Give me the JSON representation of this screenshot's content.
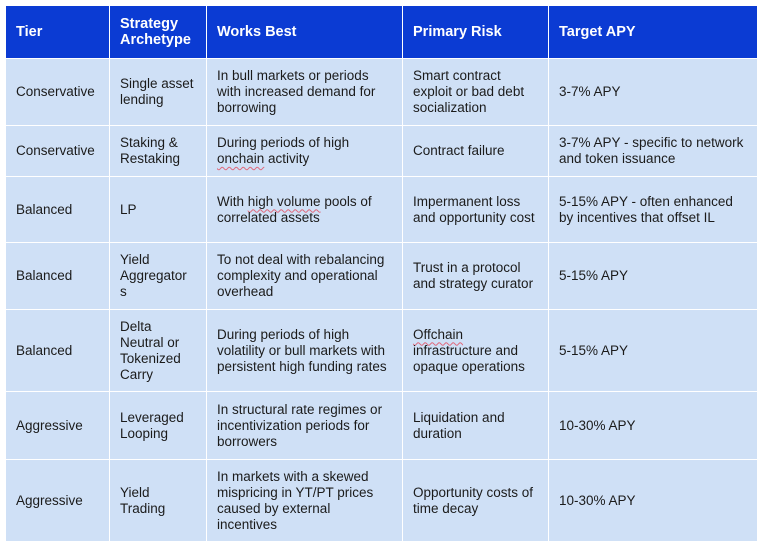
{
  "headers": [
    "Tier",
    "Strategy Archetype",
    "Works Best",
    "Primary Risk",
    "Target APY"
  ],
  "rows": [
    {
      "tier": "Conservative",
      "archetype": "Single asset lending",
      "works_best": "In bull markets or periods with increased demand for borrowing",
      "risk": "Smart contract exploit or bad debt socialization",
      "apy": "3-7% APY"
    },
    {
      "tier": "Conservative",
      "archetype": "Staking & Restaking",
      "works_best_pre": "During periods of high ",
      "works_best_mark": "onchain",
      "works_best_post": " activity",
      "risk": "Contract failure",
      "apy": "3-7% APY - specific to network and token issuance"
    },
    {
      "tier": "Balanced",
      "archetype": "LP",
      "works_best_pre": "With ",
      "works_best_mark": "high volume",
      "works_best_post": " pools of correlated assets",
      "risk": "Impermanent loss and opportunity cost",
      "apy": "5-15% APY - often enhanced by incentives that offset IL"
    },
    {
      "tier": "Balanced",
      "archetype": "Yield Aggregator s",
      "works_best": "To not deal with rebalancing complexity and operational overhead",
      "risk": "Trust in a protocol and strategy curator",
      "apy": "5-15% APY"
    },
    {
      "tier": "Balanced",
      "archetype": "Delta Neutral or Tokenized Carry",
      "works_best": "During periods of high volatility or bull markets with persistent high funding rates",
      "risk_mark": "Offchain",
      "risk_post": " infrastructure and opaque operations",
      "apy": "5-15% APY"
    },
    {
      "tier": "Aggressive",
      "archetype": "Leveraged Looping",
      "works_best": "In structural rate regimes or incentivization periods for borrowers",
      "risk": "Liquidation and duration",
      "apy": "10-30% APY"
    },
    {
      "tier": "Aggressive",
      "archetype": "Yield Trading",
      "works_best": "In markets with a skewed mispricing in YT/PT prices caused by external incentives",
      "risk": "Opportunity costs of time decay",
      "apy": "10-30% APY"
    }
  ]
}
